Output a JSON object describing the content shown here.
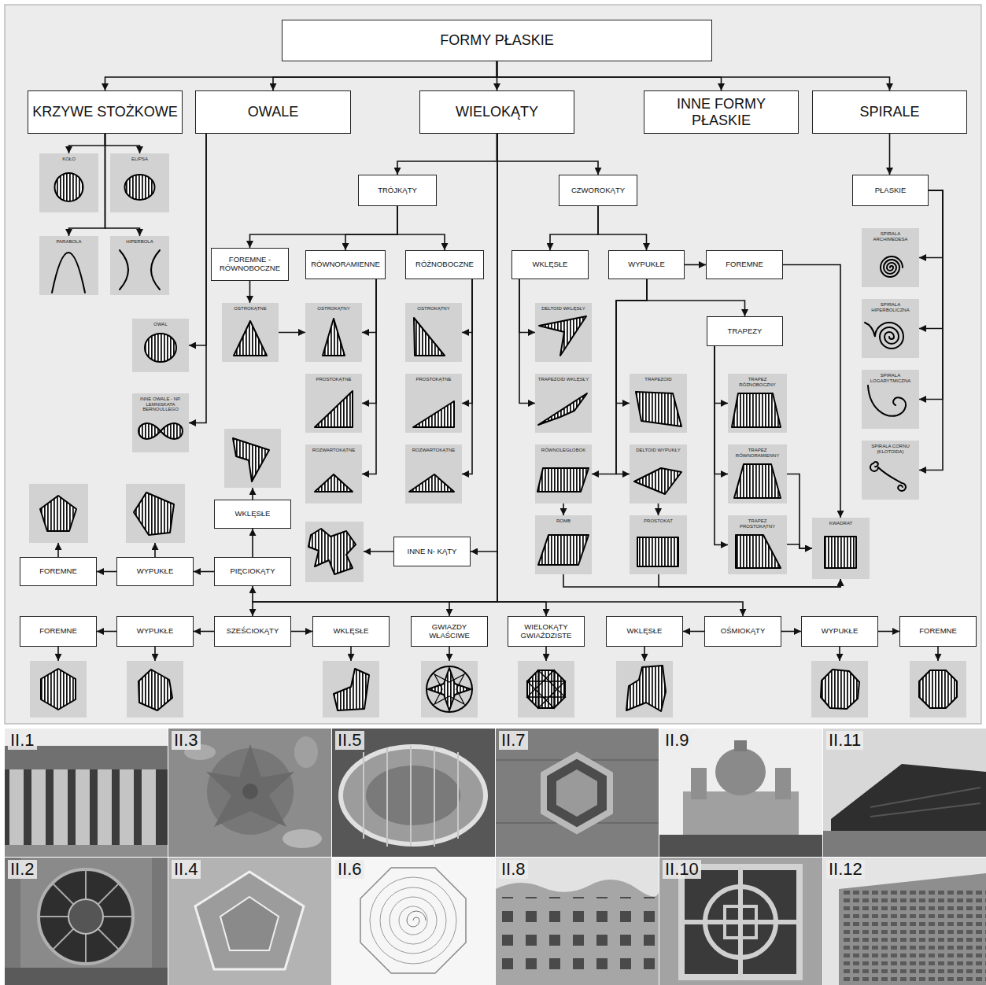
{
  "diagram": {
    "nodes": [
      {
        "text": [
          "FORMY PŁASKIE"
        ]
      },
      {
        "text": [
          "KRZYWE STOŻKOWE"
        ]
      },
      {
        "text": [
          "OWALE"
        ]
      },
      {
        "text": [
          "WIELOKĄTY"
        ]
      },
      {
        "text": [
          "INNE FORMY PŁASKIE"
        ]
      },
      {
        "text": [
          "SPIRALE"
        ]
      },
      {
        "text": [
          "KOŁO"
        ]
      },
      {
        "text": [
          "ELIPSA"
        ]
      },
      {
        "text": [
          "TRÓJKĄTY"
        ]
      },
      {
        "text": [
          "CZWOROKĄTY"
        ]
      },
      {
        "text": [
          "PŁASKIE"
        ]
      },
      {
        "text": [
          "SPIRALA ARCHIMEDESA"
        ]
      },
      {
        "text": [
          "PARABOLA"
        ]
      },
      {
        "text": [
          "HIPERBOLA"
        ]
      },
      {
        "text": [
          "FOREMNE - RÓWNOBOCZNE"
        ]
      },
      {
        "text": [
          "RÓWNORAMIENNE"
        ]
      },
      {
        "text": [
          "RÓŻNOBOCZNE"
        ]
      },
      {
        "text": [
          "WKLĘSŁE"
        ]
      },
      {
        "text": [
          "WYPUKŁE"
        ]
      },
      {
        "text": [
          "FOREMNE"
        ]
      },
      {
        "text": [
          "SPIRALA HIPERBOLICZNA"
        ]
      },
      {
        "text": [
          "OSTROKĄTNE"
        ]
      },
      {
        "text": [
          "OSTROKĄTNY"
        ]
      },
      {
        "text": [
          "OSTROKĄTNY"
        ]
      },
      {
        "text": [
          "DELTOID WKLĘSŁY"
        ]
      },
      {
        "text": [
          "TRAPEZY"
        ]
      },
      {
        "text": [
          "OWAL"
        ]
      },
      {
        "text": [
          "SPIRALA LOGARYTMICZNA"
        ]
      },
      {
        "text": [
          "PROSTOKĄTNE"
        ]
      },
      {
        "text": [
          "PROSTOKĄTNE"
        ]
      },
      {
        "text": [
          "TRAPEZOID WKLĘSŁY"
        ]
      },
      {
        "text": [
          "TRAPEZOID"
        ]
      },
      {
        "text": [
          "TRAPEZ RÓŻNOBOCZNY"
        ]
      },
      {
        "text": [
          "INNE OWALE - NP. LEMNISKATA BERNOULLEGO"
        ]
      },
      {
        "text": [
          "SPIRALA CORNU (KLOTOIDA)"
        ]
      },
      {
        "text": [
          "ROZWARTOKĄTNE"
        ]
      },
      {
        "text": [
          "ROZWARTOKĄTNE"
        ]
      },
      {
        "text": [
          "RÓWNOLEGŁOBOK"
        ]
      },
      {
        "text": [
          "DELTOID WYPUKŁY"
        ]
      },
      {
        "text": [
          "TRAPEZ RÓWNORAMIENNY"
        ]
      },
      {
        "text": [
          "WKLĘSŁE"
        ]
      },
      {
        "text": [
          "INNE N- KĄTY"
        ]
      },
      {
        "text": [
          "ROMB"
        ]
      },
      {
        "text": [
          "PROSTOKĄT"
        ]
      },
      {
        "text": [
          "TRAPEZ PROSTOKĄTNY"
        ]
      },
      {
        "text": [
          "KWADRAT"
        ]
      },
      {
        "text": [
          "FOREMNE"
        ]
      },
      {
        "text": [
          "WYPUKŁE"
        ]
      },
      {
        "text": [
          "PIĘCIOKĄTY"
        ]
      },
      {
        "text": [
          "FOREMNE"
        ]
      },
      {
        "text": [
          "WYPUKŁE"
        ]
      },
      {
        "text": [
          "SZEŚCIOKĄTY"
        ]
      },
      {
        "text": [
          "WKLĘSŁE"
        ]
      },
      {
        "text": [
          "GWIAZDY WŁAŚCIWE"
        ]
      },
      {
        "text": [
          "WIELOKĄTY GWIAŹDZISTE"
        ]
      },
      {
        "text": [
          "WKLĘSŁE"
        ]
      },
      {
        "text": [
          "OŚMIOKĄTY"
        ]
      },
      {
        "text": [
          "WYPUKŁE"
        ]
      },
      {
        "text": [
          "FOREMNE"
        ]
      }
    ],
    "edges": [
      {
        "from": 0,
        "to": 1,
        "arrow": "to"
      },
      {
        "from": 0,
        "to": 2,
        "arrow": "to"
      },
      {
        "from": 0,
        "to": 3,
        "arrow": "to"
      },
      {
        "from": 0,
        "to": 4,
        "arrow": "to"
      },
      {
        "from": 0,
        "to": 5,
        "arrow": "to"
      },
      {
        "from": 1,
        "to": 6,
        "arrow": "to"
      },
      {
        "from": 1,
        "to": 7,
        "arrow": "to"
      },
      {
        "from": 1,
        "to": 12,
        "arrow": "to"
      },
      {
        "from": 1,
        "to": 13,
        "arrow": "to"
      },
      {
        "from": 2,
        "to": 26,
        "arrow": "to"
      },
      {
        "from": 2,
        "to": 33,
        "arrow": "to"
      },
      {
        "from": 3,
        "to": 8,
        "arrow": "to"
      },
      {
        "from": 3,
        "to": 9,
        "arrow": "to"
      },
      {
        "from": 8,
        "to": 14,
        "arrow": "to"
      },
      {
        "from": 8,
        "to": 15,
        "arrow": "to"
      },
      {
        "from": 8,
        "to": 16,
        "arrow": "to"
      },
      {
        "from": 14,
        "to": 21,
        "arrow": "to"
      },
      {
        "from": 21,
        "to": 22,
        "arrow": "to"
      },
      {
        "from": 15,
        "to": 22,
        "arrow": "to"
      },
      {
        "from": 15,
        "to": 28,
        "arrow": "to"
      },
      {
        "from": 15,
        "to": 35,
        "arrow": "to"
      },
      {
        "from": 16,
        "to": 23,
        "arrow": "to"
      },
      {
        "from": 16,
        "to": 29,
        "arrow": "to"
      },
      {
        "from": 16,
        "to": 36,
        "arrow": "to"
      },
      {
        "from": 9,
        "to": 17,
        "arrow": "to"
      },
      {
        "from": 9,
        "to": 18,
        "arrow": "to"
      },
      {
        "from": 18,
        "to": 19,
        "arrow": "to"
      },
      {
        "from": 17,
        "to": 24,
        "arrow": "to"
      },
      {
        "from": 17,
        "to": 30,
        "arrow": "to"
      },
      {
        "from": 18,
        "to": 25,
        "arrow": "to"
      },
      {
        "from": 18,
        "to": 31,
        "arrow": "to"
      },
      {
        "from": 18,
        "to": 38,
        "arrow": "to"
      },
      {
        "from": 18,
        "to": 37,
        "arrow": "to"
      },
      {
        "from": 37,
        "to": 42,
        "arrow": "to"
      },
      {
        "from": 38,
        "to": 43,
        "arrow": "to"
      },
      {
        "from": 19,
        "to": 45,
        "arrow": "to"
      },
      {
        "from": 25,
        "to": 32,
        "arrow": "to"
      },
      {
        "from": 25,
        "to": 39,
        "arrow": "to"
      },
      {
        "from": 25,
        "to": 44,
        "arrow": "to"
      },
      {
        "from": 39,
        "to": 45,
        "arrow": "to"
      },
      {
        "from": 44,
        "to": 45,
        "arrow": "to"
      },
      {
        "from": 42,
        "to": 45,
        "arrow": "to"
      },
      {
        "from": 43,
        "to": 45,
        "arrow": "to"
      },
      {
        "from": 5,
        "to": 10,
        "arrow": "to"
      },
      {
        "from": 10,
        "to": 11,
        "arrow": "to"
      },
      {
        "from": 10,
        "to": 20,
        "arrow": "to"
      },
      {
        "from": 10,
        "to": 27,
        "arrow": "to"
      },
      {
        "from": 10,
        "to": 34,
        "arrow": "to"
      },
      {
        "from": 3,
        "to": 48,
        "arrow": "to"
      },
      {
        "from": 3,
        "to": 51,
        "arrow": "to"
      },
      {
        "from": 3,
        "to": 41,
        "arrow": "to"
      },
      {
        "from": 3,
        "to": 53,
        "arrow": "to"
      },
      {
        "from": 3,
        "to": 54,
        "arrow": "to"
      },
      {
        "from": 3,
        "to": 56,
        "arrow": "to"
      },
      {
        "from": 48,
        "to": 40,
        "arrow": "to"
      },
      {
        "from": 48,
        "to": 47,
        "arrow": "to"
      },
      {
        "from": 47,
        "to": 46,
        "arrow": "to"
      },
      {
        "from": 51,
        "to": 50,
        "arrow": "to"
      },
      {
        "from": 50,
        "to": 49,
        "arrow": "to"
      },
      {
        "from": 51,
        "to": 52,
        "arrow": "to"
      },
      {
        "from": 56,
        "to": 55,
        "arrow": "to"
      },
      {
        "from": 56,
        "to": 57,
        "arrow": "to"
      },
      {
        "from": 57,
        "to": 58,
        "arrow": "to"
      }
    ],
    "labels": [
      "II.1",
      "II.3",
      "II.5",
      "II.7",
      "II.9",
      "II.11",
      "II.2",
      "II.4",
      "II.6",
      "II.8",
      "II.10",
      "II.12"
    ]
  }
}
